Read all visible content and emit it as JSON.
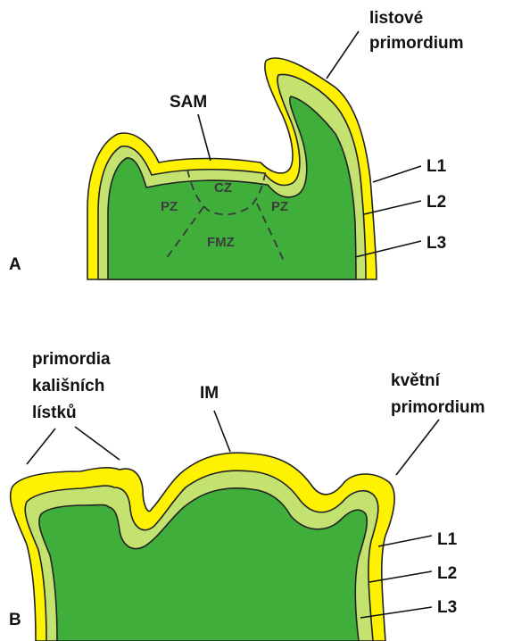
{
  "panel_a": {
    "letter": "A",
    "labels": {
      "leaf_primordium_line1": "listové",
      "leaf_primordium_line2": "primordium",
      "sam": "SAM",
      "l1": "L1",
      "l2": "L2",
      "l3": "L3"
    },
    "zones": {
      "cz": "CZ",
      "pz_left": "PZ",
      "pz_right": "PZ",
      "fmz": "FMZ"
    }
  },
  "panel_b": {
    "letter": "B",
    "labels": {
      "sepal_primordia_line1": "primordia",
      "sepal_primordia_line2": "kališních",
      "sepal_primordia_line3": "lístků",
      "im": "IM",
      "flower_primordium_line1": "květní",
      "flower_primordium_line2": "primordium",
      "l1": "L1",
      "l2": "L2",
      "l3": "L3"
    }
  },
  "colors": {
    "l1_outer_layer": "#fff200",
    "l2_middle_layer": "#c3e26f",
    "l3_inner_corpus": "#3fae3a",
    "outline": "#222222"
  }
}
